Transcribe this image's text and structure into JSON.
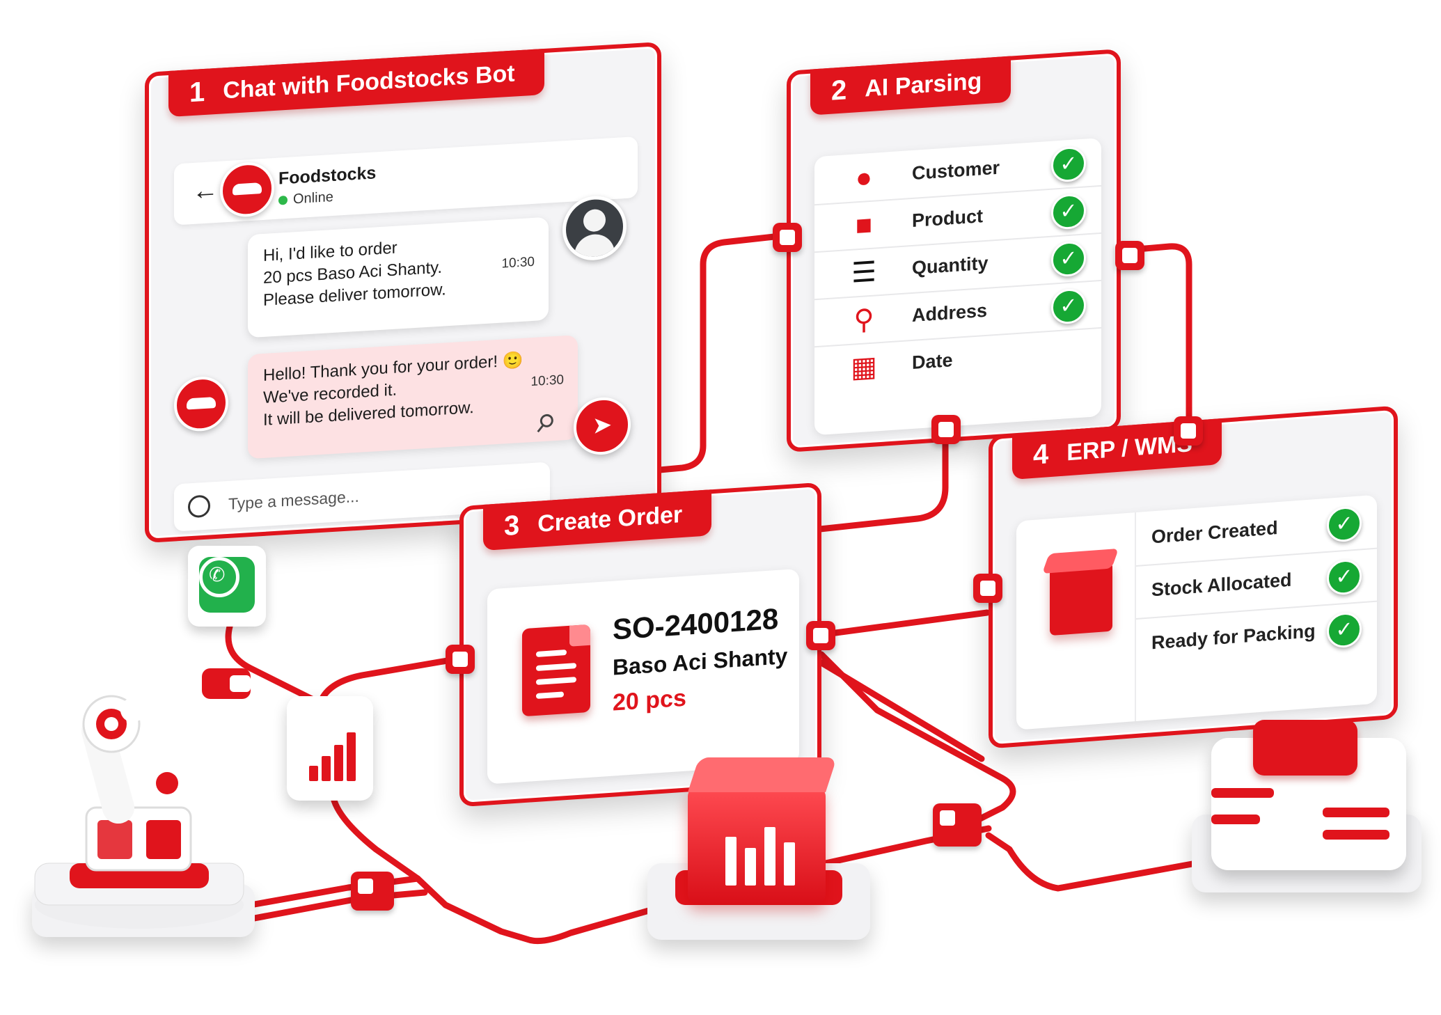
{
  "colors": {
    "accent": "#e0141c",
    "success": "#16a834",
    "whatsapp": "#22b14c",
    "bubble_bot": "#fde1e3"
  },
  "chat": {
    "step": "1",
    "title": "Chat with Foodstocks Bot",
    "contact_name": "Foodstocks",
    "status": "Online",
    "user_message": {
      "lines": [
        "Hi, I'd like to order",
        "20 pcs Baso Aci Shanty.",
        "Please deliver tomorrow."
      ],
      "time": "10:30"
    },
    "bot_message": {
      "lines": [
        "Hello! Thank you for your order! 🙂",
        "We've recorded it.",
        "It will be delivered tomorrow."
      ],
      "time": "10:30"
    },
    "input_placeholder": "Type a message...",
    "icons": [
      "back-arrow-icon",
      "attachment-icon",
      "send-icon",
      "emoji-icon"
    ]
  },
  "parsing": {
    "step": "2",
    "title": "AI Parsing",
    "fields": [
      {
        "label": "Customer",
        "icon": "person-icon",
        "checked": true
      },
      {
        "label": "Product",
        "icon": "box-icon",
        "checked": true
      },
      {
        "label": "Quantity",
        "icon": "list-icon",
        "checked": true
      },
      {
        "label": "Address",
        "icon": "location-pin-icon",
        "checked": true
      },
      {
        "label": "Date",
        "icon": "calendar-icon",
        "checked": false
      }
    ]
  },
  "order": {
    "step": "3",
    "title": "Create Order",
    "id": "SO-2400128",
    "product": "Baso Aci Shanty",
    "quantity": "20 pcs"
  },
  "erp": {
    "step": "4",
    "title": "ERP / WMS",
    "statuses": [
      {
        "label": "Order Created",
        "checked": true
      },
      {
        "label": "Stock Allocated",
        "checked": true
      },
      {
        "label": "Ready for Packing",
        "checked": true
      }
    ]
  }
}
